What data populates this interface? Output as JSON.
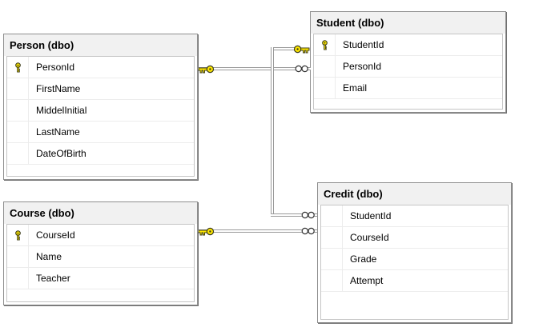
{
  "diagram": {
    "kind": "database-diagram",
    "tables": {
      "person": {
        "title": "Person (dbo)",
        "columns": [
          {
            "name": "PersonId",
            "primary_key": true
          },
          {
            "name": "FirstName",
            "primary_key": false
          },
          {
            "name": "MiddelInitial",
            "primary_key": false
          },
          {
            "name": "LastName",
            "primary_key": false
          },
          {
            "name": "DateOfBirth",
            "primary_key": false
          }
        ]
      },
      "student": {
        "title": "Student (dbo)",
        "columns": [
          {
            "name": "StudentId",
            "primary_key": true
          },
          {
            "name": "PersonId",
            "primary_key": false
          },
          {
            "name": "Email",
            "primary_key": false
          }
        ]
      },
      "course": {
        "title": "Course (dbo)",
        "columns": [
          {
            "name": "CourseId",
            "primary_key": true
          },
          {
            "name": "Name",
            "primary_key": false
          },
          {
            "name": "Teacher",
            "primary_key": false
          }
        ]
      },
      "credit": {
        "title": "Credit (dbo)",
        "columns": [
          {
            "name": "StudentId",
            "primary_key": false
          },
          {
            "name": "CourseId",
            "primary_key": false
          },
          {
            "name": "Grade",
            "primary_key": false
          },
          {
            "name": "Attempt",
            "primary_key": false
          }
        ]
      }
    },
    "relationships": [
      {
        "one_side": "Person.PersonId",
        "many_side": "Student.PersonId",
        "one_symbol": "key-icon",
        "many_symbol": "infinity-icon"
      },
      {
        "one_side": "Student.StudentId",
        "many_side": "Credit.StudentId",
        "one_symbol": "key-icon",
        "many_symbol": "infinity-icon"
      },
      {
        "one_side": "Course.CourseId",
        "many_side": "Credit.CourseId",
        "one_symbol": "key-icon",
        "many_symbol": "infinity-icon"
      }
    ],
    "colors": {
      "header_bg": "#f1f1f1",
      "table_border": "#8f8f8f",
      "table_shadow": "#6f6f6f",
      "grid_border": "#c5c5c5",
      "row_divider": "#ececec",
      "line_gray": "#9a9a9a",
      "key_yellow": "#ffe800",
      "key_outline": "#3c3c1a",
      "text": "#000000"
    }
  }
}
